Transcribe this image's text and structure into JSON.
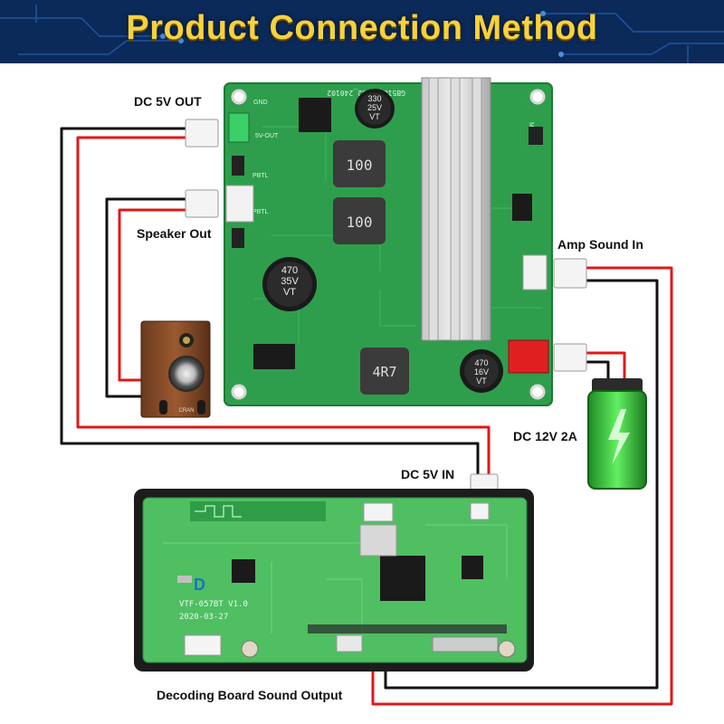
{
  "header": {
    "title": "Product Connection Method"
  },
  "labels": {
    "dc5v_out": "DC 5V OUT",
    "speaker_out": "Speaker Out",
    "amp_sound_in": "Amp Sound In",
    "dc12v": "DC 12V 2A",
    "dc5v_in": "DC 5V IN",
    "decoding_output": "Decoding Board Sound Output"
  },
  "amp_board": {
    "cap_small": "330\n25V\nVT",
    "cap_large": "470\n35V\nVT",
    "cap_right": "470\n16V\nVT",
    "inductor_1": "100",
    "inductor_2": "100",
    "inductor_3": "4R7",
    "silk_top": "GB5104R_Y92_240102",
    "silk_gnd": "GND",
    "silk_5v": "5V-OUT",
    "silk_pbtl": "PBTL",
    "silk_mute": "MUTE"
  },
  "decoder_board": {
    "model": "VTF-057BT V1.0",
    "date": "2020-03-27"
  },
  "speaker": {
    "brand": "CRAN"
  },
  "colors": {
    "header_bg": "#0b2a5a",
    "title": "#f7d23c",
    "pcb_green": "#2e9e4c",
    "wire_red": "#e01818",
    "wire_black": "#111111",
    "battery_green": "#35d13a"
  }
}
